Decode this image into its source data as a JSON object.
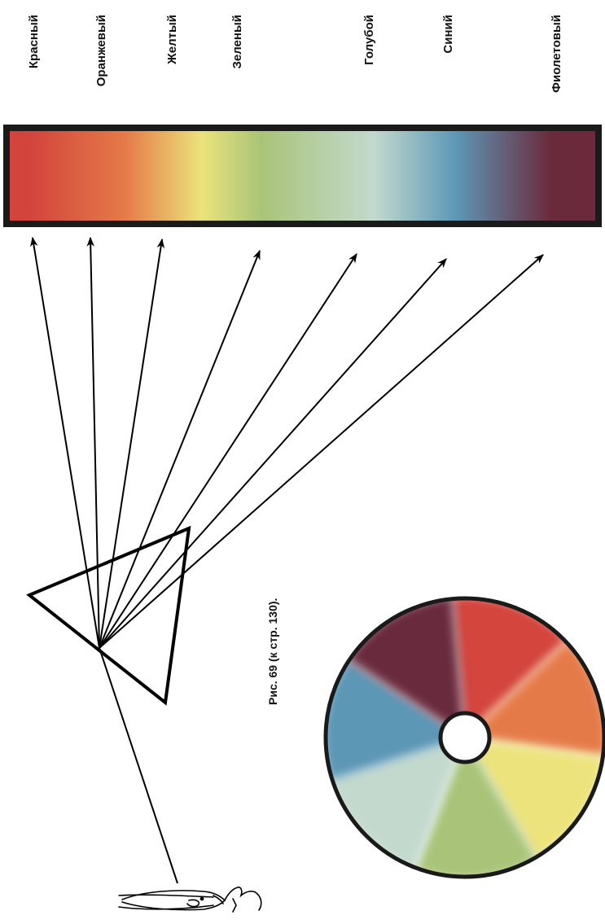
{
  "caption": "Рис. 69  (к стр. 130).",
  "spectrum": {
    "colors": [
      {
        "label": "Красный",
        "hex": "#d3443d"
      },
      {
        "label": "Оранжевый",
        "hex": "#e57a48"
      },
      {
        "label": "Желтый",
        "hex": "#ece37b"
      },
      {
        "label": "Зеленый",
        "hex": "#a9c478"
      },
      {
        "label": "Голубой",
        "hex": "#c3d9cd"
      },
      {
        "label": "Синий",
        "hex": "#5c97b6"
      },
      {
        "label": "Фиолетовый",
        "hex": "#6b2a3c"
      }
    ]
  },
  "color_wheel": {
    "segments": [
      "#d3443d",
      "#e57a48",
      "#ece37b",
      "#a9c478",
      "#c3d9cd",
      "#5c97b6",
      "#6b2a3c"
    ]
  },
  "frame_color": "#1a1a1a",
  "line_color": "#000000"
}
